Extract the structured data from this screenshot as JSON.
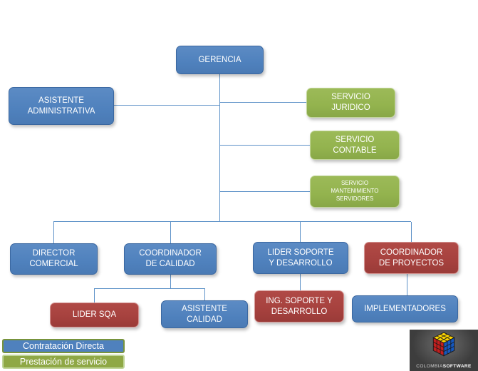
{
  "slide": {
    "background": "#FFFFFF"
  },
  "chart": {
    "type": "org-chart",
    "nodes": {
      "gerencia": {
        "label": "GERENCIA",
        "category": "blue"
      },
      "asistente_administrativa": {
        "label": "ASISTENTE ADMINISTRATIVA",
        "category": "blue"
      },
      "servicio_juridico": {
        "label": "SERVICIO JURIDICO",
        "category": "green"
      },
      "servicio_contable": {
        "label": "SERVICIO CONTABLE",
        "category": "green"
      },
      "servicio_mantenimiento_servidores": {
        "label": "SERVICIO MANTENIMIENTO SERVIDORES",
        "category": "green"
      },
      "director_comercial": {
        "label": "DIRECTOR COMERCIAL",
        "category": "blue"
      },
      "coordinador_de_calidad": {
        "label": "COORDINADOR DE CALIDAD",
        "category": "blue"
      },
      "lider_soporte_y_desarrollo": {
        "label": "LIDER SOPORTE Y DESARROLLO",
        "category": "blue"
      },
      "coordinador_de_proyectos": {
        "label": "COORDINADOR DE PROYECTOS",
        "category": "red"
      },
      "lider_sqa": {
        "label": "LIDER SQA",
        "category": "red"
      },
      "asistente_calidad": {
        "label": "ASISTENTE CALIDAD",
        "category": "blue"
      },
      "ing_soporte_y_desarrollo": {
        "label": "ING. SOPORTE Y DESARROLLO",
        "category": "red"
      },
      "implementadores": {
        "label": "IMPLEMENTADORES",
        "category": "blue"
      }
    },
    "edges": [
      [
        "gerencia",
        "asistente_administrativa"
      ],
      [
        "gerencia",
        "servicio_juridico"
      ],
      [
        "gerencia",
        "servicio_contable"
      ],
      [
        "gerencia",
        "servicio_mantenimiento_servidores"
      ],
      [
        "gerencia",
        "director_comercial"
      ],
      [
        "gerencia",
        "coordinador_de_calidad"
      ],
      [
        "gerencia",
        "lider_soporte_y_desarrollo"
      ],
      [
        "gerencia",
        "coordinador_de_proyectos"
      ],
      [
        "coordinador_de_calidad",
        "lider_sqa"
      ],
      [
        "coordinador_de_calidad",
        "asistente_calidad"
      ],
      [
        "lider_soporte_y_desarrollo",
        "ing_soporte_y_desarrollo"
      ],
      [
        "coordinador_de_proyectos",
        "implementadores"
      ]
    ]
  },
  "legend": {
    "items": [
      {
        "label": "Contratación Directa",
        "fill": "#4F81BD",
        "border": "#77933C"
      },
      {
        "label": "Prestación de servicio",
        "fill": "#8FA845",
        "border": "#C2D69A"
      }
    ]
  },
  "logo": {
    "brand_primary": "COLOMBIA",
    "brand_secondary": "SOFTWARE",
    "icon": "rubiks-cube"
  },
  "colors": {
    "node_blue": "#4F81BD",
    "node_green": "#93B34E",
    "node_red": "#A6413E",
    "connector": "#5E92C8"
  }
}
